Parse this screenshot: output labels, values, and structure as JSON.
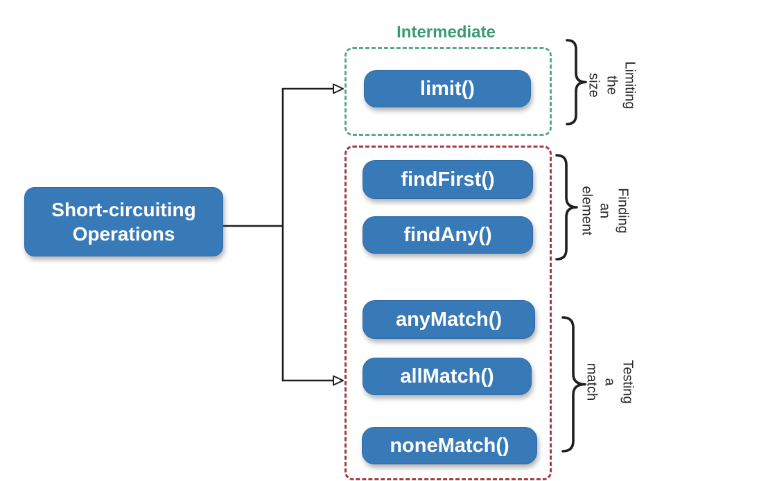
{
  "diagram": {
    "root_box": {
      "label": "Short-circuiting\nOperations"
    },
    "groups": {
      "intermediate": {
        "title": "Intermediate",
        "ops": {
          "limit": "limit()"
        }
      },
      "terminal": {
        "ops": {
          "findFirst": "findFirst()",
          "findAny": "findAny()",
          "anyMatch": "anyMatch()",
          "allMatch": "allMatch()",
          "noneMatch": "noneMatch()"
        }
      }
    },
    "annotations": {
      "limiting": "Limiting the\nsize",
      "finding": "Finding an\nelement",
      "testing": "Testing a\nmatch"
    },
    "colors": {
      "op_box_blue": "#3879b7",
      "intermediate_border_green": "#5ba98a",
      "intermediate_title_green": "#3a9a71",
      "terminal_border_red": "#a43b41",
      "connector_black": "#1e1e1e",
      "annotation_text": "#2b2b2b",
      "box_text": "#ffffff",
      "background": "#ffffff"
    }
  }
}
